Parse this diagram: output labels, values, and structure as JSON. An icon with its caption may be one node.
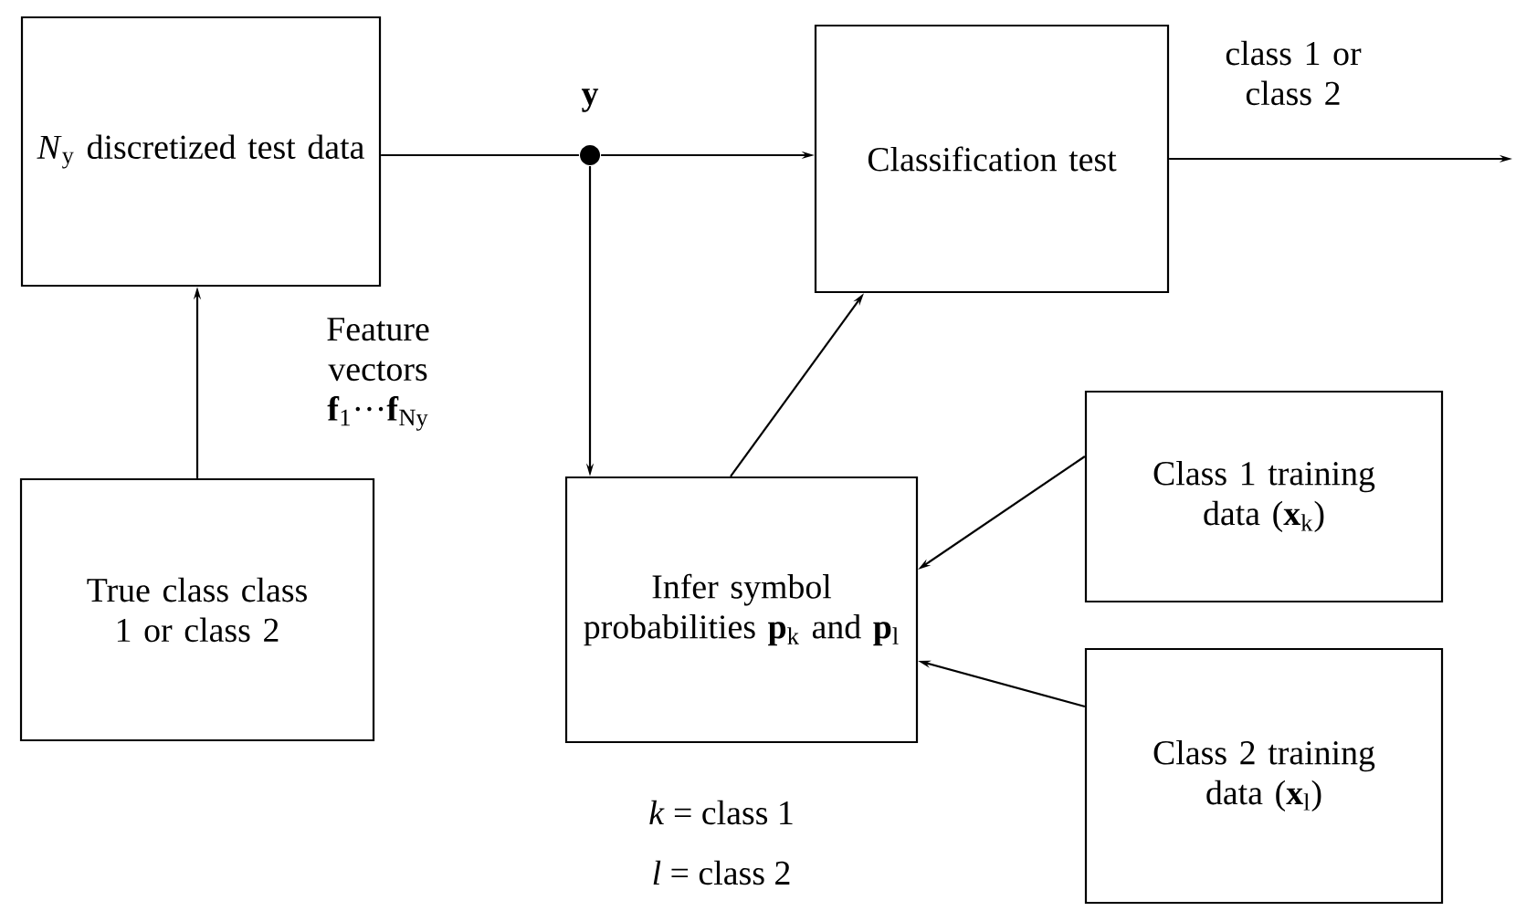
{
  "diagram": {
    "nodes": [
      {
        "text": [
          "*N*$_{y}$ discretized test data"
        ]
      },
      {
        "text": [],
        "shape": "circle",
        "beside": [
          "y"
        ]
      },
      {
        "text": [
          "Classification test"
        ]
      },
      {
        "text": [
          "True class class 1 or class 2"
        ]
      },
      {
        "text": [
          "Infer symbol probabilities **p**$_{k}$ and **p**$_{l}$"
        ]
      },
      {
        "text": [
          "Class 1 training data (**x**$_{k}$)"
        ]
      },
      {
        "text": [
          "Class 2 training data (**x**$_{l}$)"
        ]
      }
    ],
    "edges": [
      {
        "from": 0,
        "to": 1,
        "arrow": "none"
      },
      {
        "from": 1,
        "to": 2,
        "arrow": "to"
      },
      {
        "from": 1,
        "to": 4,
        "arrow": "to"
      },
      {
        "from": 3,
        "to": 0,
        "arrow": "to",
        "label": "Feature vectors **f**$_{1}$···**f**$_{Ny}$"
      },
      {
        "from": 4,
        "to": 2,
        "arrow": "to"
      },
      {
        "from": 5,
        "to": 4,
        "arrow": "to"
      },
      {
        "from": 6,
        "to": 4,
        "arrow": "to"
      },
      {
        "from": 2,
        "to": null,
        "arrow": "to",
        "label": "class 1 or class 2"
      }
    ],
    "labels": [
      "*k* = class 1",
      "*l* = class 2"
    ]
  }
}
